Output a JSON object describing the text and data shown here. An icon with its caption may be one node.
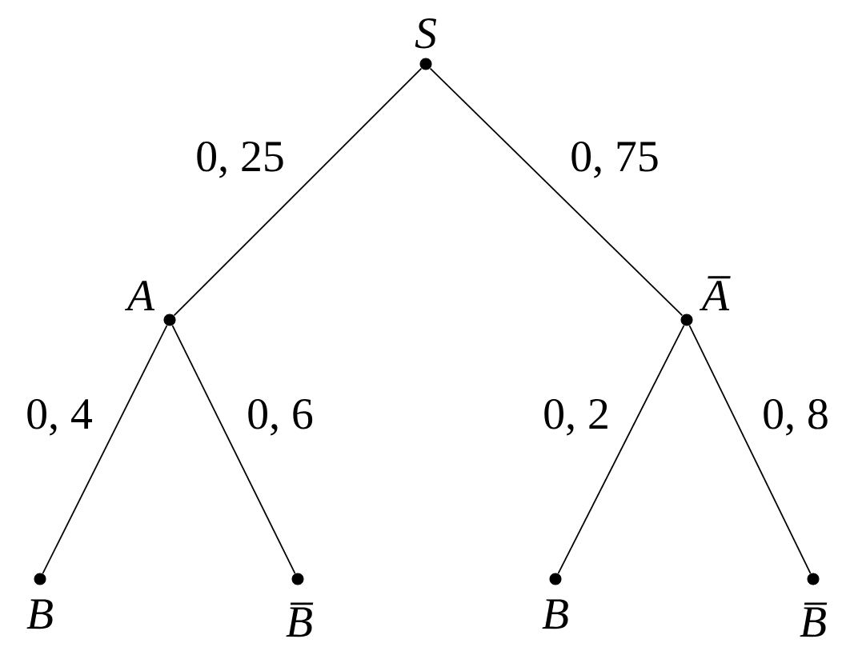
{
  "diagram": {
    "nodes": [
      {
        "text": [
          "S"
        ]
      },
      {
        "text": [
          "A"
        ]
      },
      {
        "text": [
          "A̅"
        ]
      },
      {
        "text": [
          "B"
        ]
      },
      {
        "text": [
          "B̅"
        ]
      },
      {
        "text": [
          "B"
        ]
      },
      {
        "text": [
          "B̅"
        ]
      }
    ],
    "edges": [
      {
        "from": 0,
        "to": 1,
        "arrow": "none",
        "label": "0, 25"
      },
      {
        "from": 0,
        "to": 2,
        "arrow": "none",
        "label": "0, 75"
      },
      {
        "from": 1,
        "to": 3,
        "arrow": "none",
        "label": "0, 4"
      },
      {
        "from": 1,
        "to": 4,
        "arrow": "none",
        "label": "0, 6"
      },
      {
        "from": 2,
        "to": 5,
        "arrow": "none",
        "label": "0, 2"
      },
      {
        "from": 2,
        "to": 6,
        "arrow": "none",
        "label": "0, 8"
      }
    ]
  }
}
